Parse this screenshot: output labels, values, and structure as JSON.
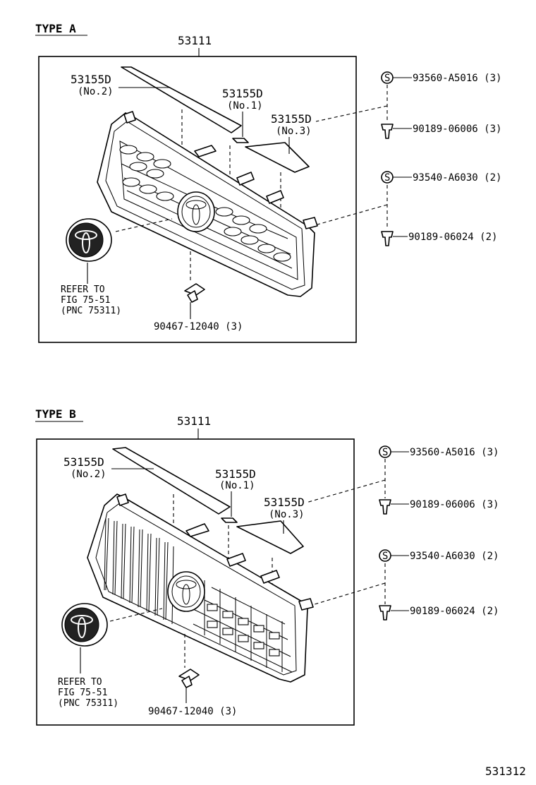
{
  "diagram_id": "531312",
  "sections": [
    {
      "type_label": "TYPE A",
      "main_part": "53111",
      "molding_no2": {
        "part": "53155D",
        "note": "(No.2)"
      },
      "molding_no1": {
        "part": "53155D",
        "note": "(No.1)"
      },
      "molding_no3": {
        "part": "53155D",
        "note": "(No.3)"
      },
      "emblem_ref": [
        "REFER TO",
        "FIG 75-51",
        "(PNC 75311)"
      ],
      "bottom_clip": "90467-12040 (3)",
      "hardware": [
        {
          "symbol": "S",
          "part": "93560-A5016 (3)"
        },
        {
          "part": "90189-06006 (3)"
        },
        {
          "symbol": "S",
          "part": "93540-A6030 (2)"
        },
        {
          "part": "90189-06024 (2)"
        }
      ]
    },
    {
      "type_label": "TYPE B",
      "main_part": "53111",
      "molding_no2": {
        "part": "53155D",
        "note": "(No.2)"
      },
      "molding_no1": {
        "part": "53155D",
        "note": "(No.1)"
      },
      "molding_no3": {
        "part": "53155D",
        "note": "(No.3)"
      },
      "emblem_ref": [
        "REFER TO",
        "FIG 75-51",
        "(PNC 75311)"
      ],
      "bottom_clip": "90467-12040 (3)",
      "hardware": [
        {
          "symbol": "S",
          "part": "93560-A5016 (3)"
        },
        {
          "part": "90189-06006 (3)"
        },
        {
          "symbol": "S",
          "part": "93540-A6030 (2)"
        },
        {
          "part": "90189-06024 (2)"
        }
      ]
    }
  ]
}
